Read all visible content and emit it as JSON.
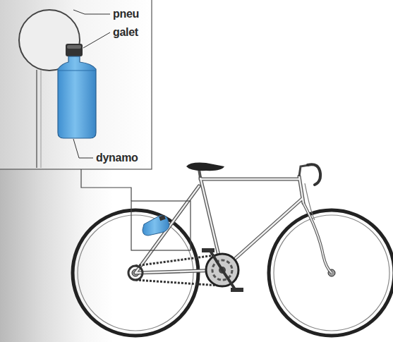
{
  "diagram": {
    "labels": [
      "pneu",
      "galet",
      "dynamo"
    ]
  }
}
